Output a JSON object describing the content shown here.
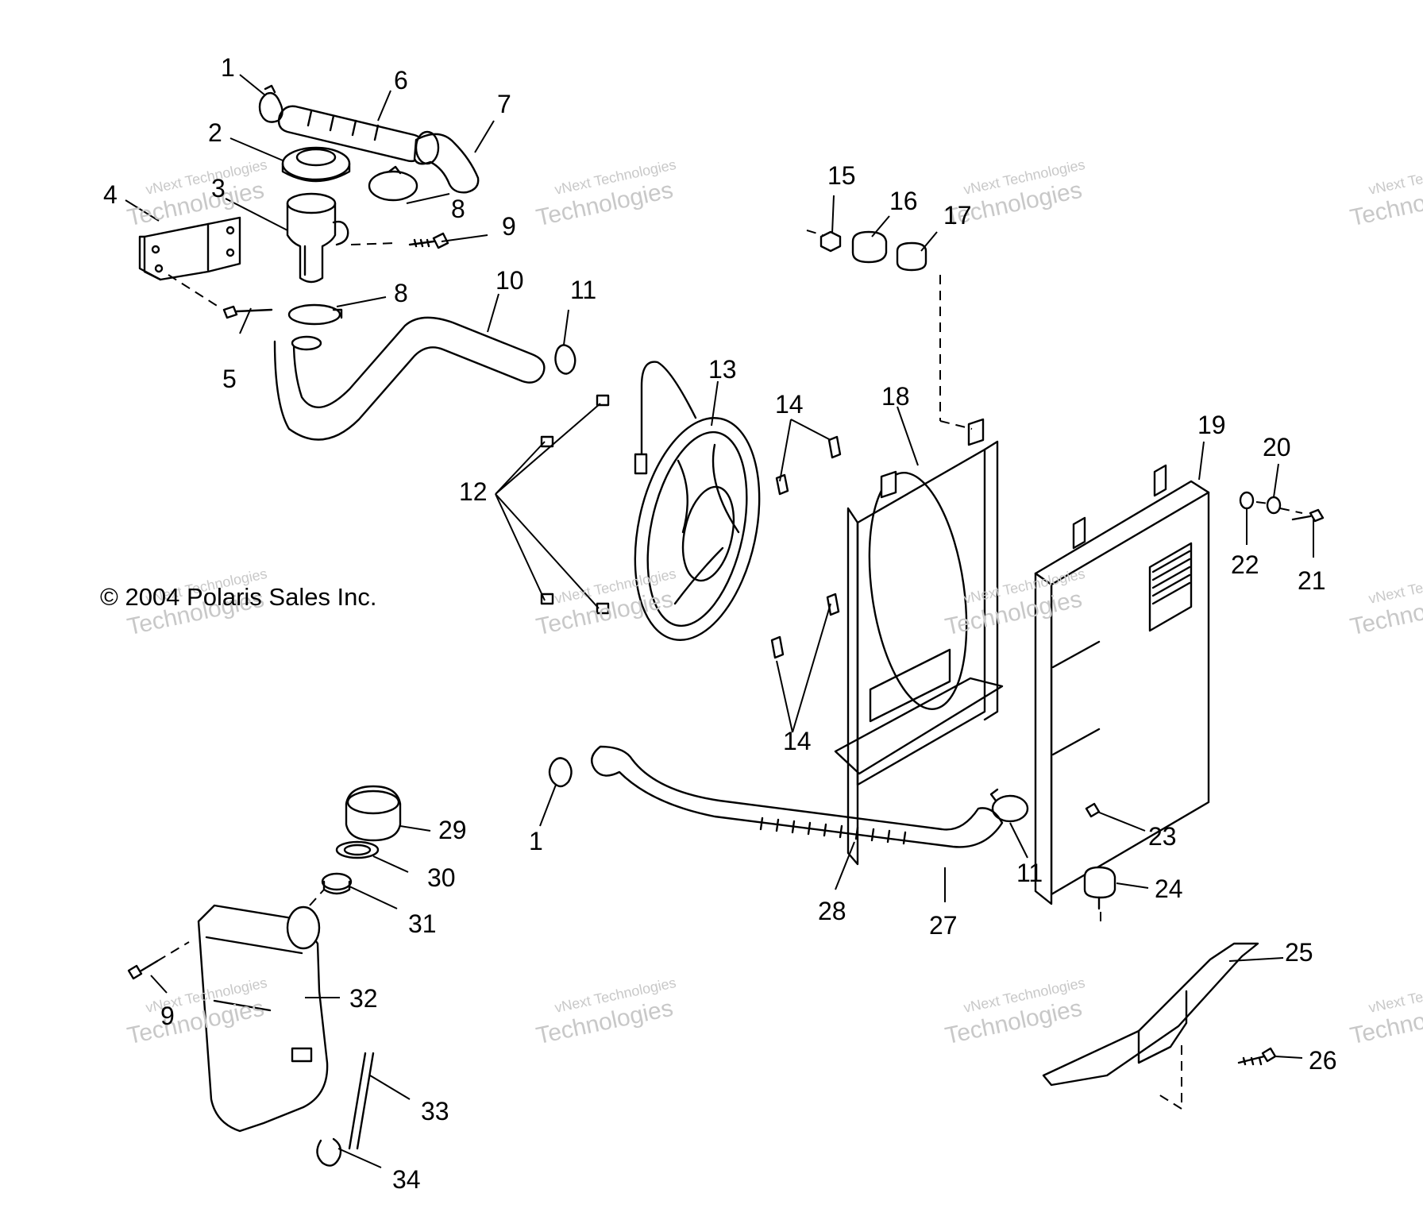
{
  "copyright": "© 2004 Polaris Sales Inc.",
  "watermark": {
    "line1": "vNext Technologies",
    "line2": "Technologies"
  },
  "callouts": [
    "1",
    "2",
    "3",
    "4",
    "5",
    "6",
    "7",
    "8",
    "9",
    "10",
    "11",
    "12",
    "13",
    "14",
    "15",
    "16",
    "17",
    "18",
    "19",
    "20",
    "21",
    "22",
    "23",
    "24",
    "25",
    "26",
    "27",
    "28",
    "29",
    "30",
    "31",
    "32",
    "33",
    "34",
    "8",
    "11",
    "1",
    "14",
    "9"
  ]
}
